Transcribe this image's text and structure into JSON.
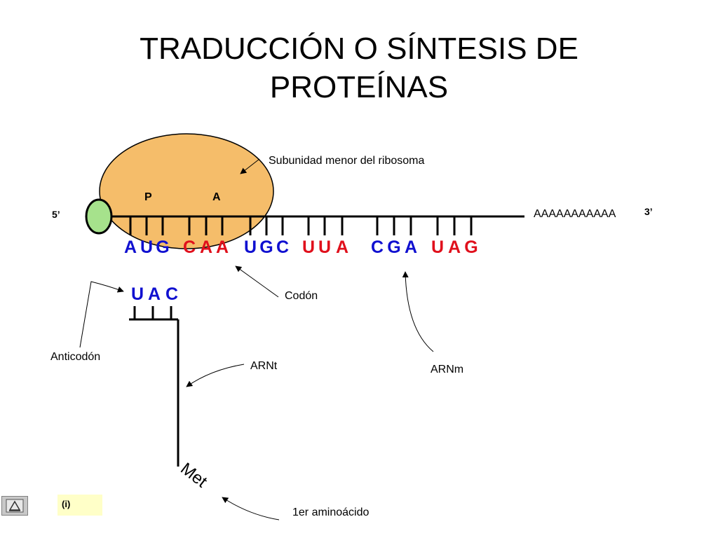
{
  "title": {
    "line1": "TRADUCCIÓN O SÍNTESIS DE",
    "line2": "PROTEÍNAS"
  },
  "labels": {
    "ribosome": "Subunidad menor del ribosoma",
    "p_site": "P",
    "a_site": "A",
    "five_prime": "5’",
    "three_prime": "3’",
    "poly_a": "AAAAAAAAAAA",
    "codon": "Codón",
    "anticodon_label": "Anticodón",
    "trna": "ARNt",
    "mrna": "ARNm",
    "amino_acid": "Met",
    "first_amino": "1er aminoácido"
  },
  "mrna_bases": [
    "A",
    "U",
    "G",
    "C",
    "A",
    "A",
    "U",
    "G",
    "C",
    "U",
    "U",
    "A",
    "C",
    "G",
    "A",
    "U",
    "A",
    "G"
  ],
  "anticodon_bases": [
    "U",
    "A",
    "C"
  ],
  "footer": {
    "note": "(i)"
  },
  "colors": {
    "blue": "#1010d0",
    "red": "#e0101c",
    "ribosome": "#f5bd6a",
    "cap": "#a6e28c"
  }
}
